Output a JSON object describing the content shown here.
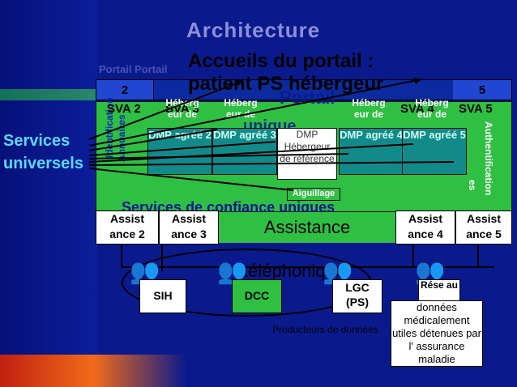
{
  "slide": {
    "title": "Architecture",
    "subtitle_line1": "Accueils du portail :",
    "subtitle_line2": "patient PS hébergeur",
    "overlap_portail": "Portail Portail",
    "overlap_portail_unique": "Portail",
    "overlap_unique": "unique",
    "services_line1": "Services",
    "services_line2": "universels",
    "left_vertical_1": "Identification",
    "left_vertical_2": "Annuaires",
    "right_vertical": "Authentification",
    "right_vertical_2": "es",
    "topbar": [
      "2",
      "Portail",
      "5"
    ],
    "sva": [
      "SVA 2",
      "SVA 3",
      "SVA 4",
      "SVA 5"
    ],
    "hebergeur": [
      "Héberg eur de",
      "Héberg eur de",
      "Héberg eur de",
      "Héberg eur de"
    ],
    "dmp": [
      "DMP agréé 2",
      "DMP agréé 3",
      "DMP agréé 4",
      "DMP agréé 5"
    ],
    "reference": "Hébergeur de référence",
    "reference_dmp": "DMP",
    "aiguillage": "Aiguillage",
    "services_confiance": "Services de confiance uniques",
    "assist": [
      "Assist ance 2",
      "Assist ance 3",
      "Assist ance 4",
      "Assist ance 5"
    ],
    "assistance": "Assistance",
    "telephonique": "téléphonique",
    "producers": [
      "SIH",
      "DCC",
      "LGC (PS)",
      "Rése au"
    ],
    "producers_label": "Producteurs de données",
    "info_box": "données médicalement utiles détenues par l' assurance maladie"
  }
}
